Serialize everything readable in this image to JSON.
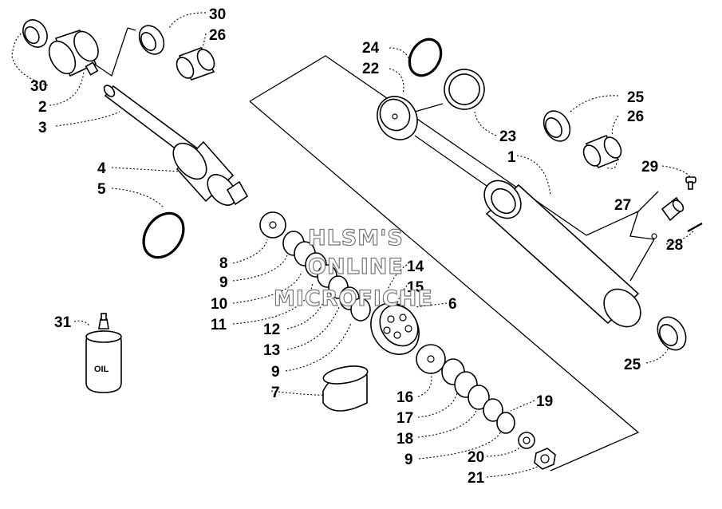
{
  "diagram": {
    "labels": [
      {
        "id": "l30a",
        "text": "30"
      },
      {
        "id": "l26a",
        "text": "26"
      },
      {
        "id": "l30b",
        "text": "30"
      },
      {
        "id": "l2",
        "text": "2"
      },
      {
        "id": "l3",
        "text": "3"
      },
      {
        "id": "l4",
        "text": "4"
      },
      {
        "id": "l5",
        "text": "5"
      },
      {
        "id": "l24",
        "text": "24"
      },
      {
        "id": "l22",
        "text": "22"
      },
      {
        "id": "l23",
        "text": "23"
      },
      {
        "id": "l1",
        "text": "1"
      },
      {
        "id": "l25a",
        "text": "25"
      },
      {
        "id": "l26b",
        "text": "26"
      },
      {
        "id": "l29",
        "text": "29"
      },
      {
        "id": "l27",
        "text": "27"
      },
      {
        "id": "l28",
        "text": "28"
      },
      {
        "id": "l8",
        "text": "8"
      },
      {
        "id": "l9a",
        "text": "9"
      },
      {
        "id": "l10",
        "text": "10"
      },
      {
        "id": "l11",
        "text": "11"
      },
      {
        "id": "l12",
        "text": "12"
      },
      {
        "id": "l13",
        "text": "13"
      },
      {
        "id": "l9b",
        "text": "9"
      },
      {
        "id": "l14",
        "text": "14"
      },
      {
        "id": "l15",
        "text": "15"
      },
      {
        "id": "l6",
        "text": "6"
      },
      {
        "id": "l7",
        "text": "7"
      },
      {
        "id": "l16",
        "text": "16"
      },
      {
        "id": "l17",
        "text": "17"
      },
      {
        "id": "l18",
        "text": "18"
      },
      {
        "id": "l9c",
        "text": "9"
      },
      {
        "id": "l19",
        "text": "19"
      },
      {
        "id": "l20",
        "text": "20"
      },
      {
        "id": "l21",
        "text": "21"
      },
      {
        "id": "l25b",
        "text": "25"
      },
      {
        "id": "l31",
        "text": "31"
      }
    ],
    "oil_label": "OIL",
    "watermark": [
      "HLSM'S",
      "ONLINE",
      "MICROFICHE"
    ]
  }
}
